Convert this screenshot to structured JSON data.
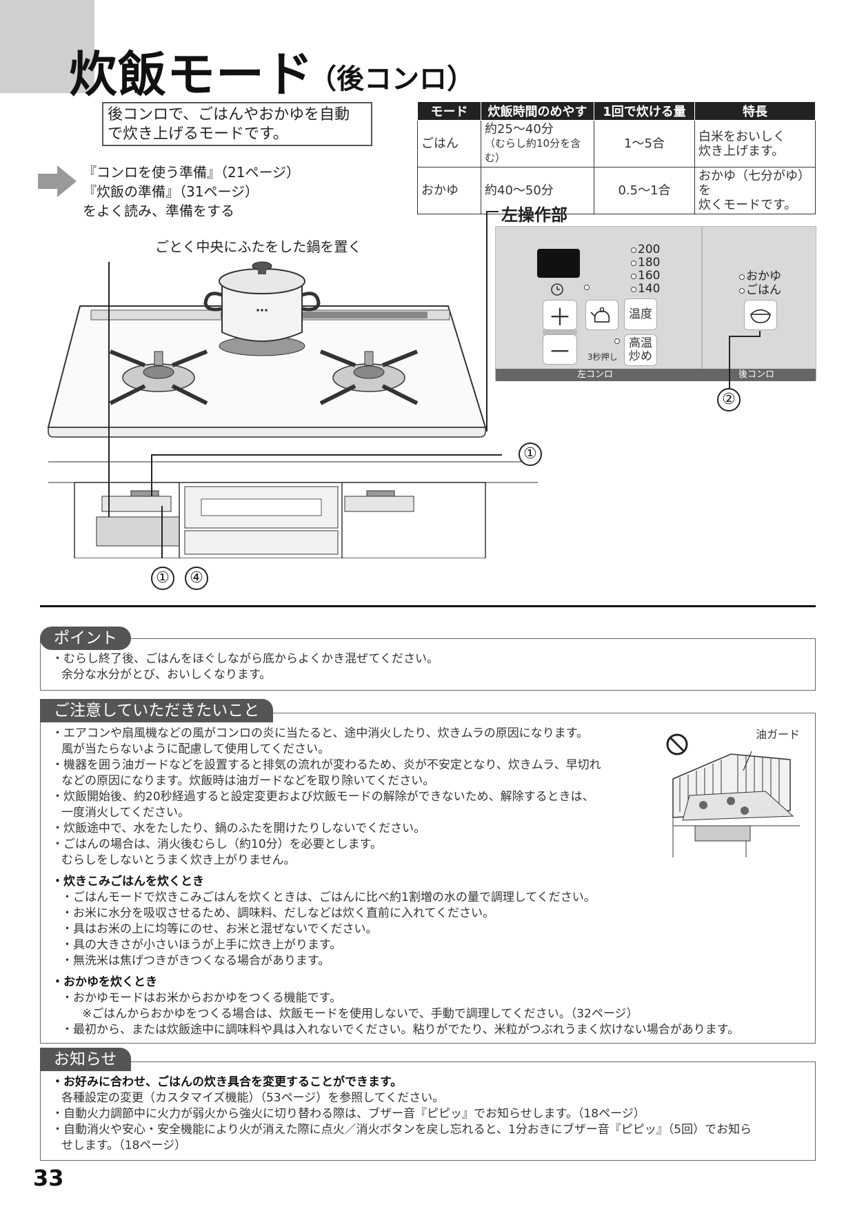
{
  "header": {
    "title": "炊飯モード",
    "subtitle": "（後コンロ）"
  },
  "intro": {
    "line1": "後コンロで、ごはんやおかゆを自動",
    "line2": "で炊き上げるモードです。"
  },
  "prep": {
    "line1": "『コンロを使う準備』（21ページ）",
    "line2": "『炊飯の準備』（31ページ）",
    "line3": "をよく読み、準備をする"
  },
  "mode_table": {
    "headers": [
      "モード",
      "炊飯時間のめやす",
      "1回で炊ける量",
      "特長"
    ],
    "rows": [
      {
        "mode": "ごはん",
        "time": "約25～40分",
        "time_note": "（むらし約10分を含む）",
        "amount": "1～5合",
        "feature1": "白米をおいしく",
        "feature2": "炊き上げます。"
      },
      {
        "mode": "おかゆ",
        "time": "約40～50分",
        "time_note": "",
        "amount": "0.5～1合",
        "feature1": "おかゆ（七分がゆ）を",
        "feature2": "炊くモードです。"
      }
    ]
  },
  "panel": {
    "title": "左操作部",
    "temps": [
      "200",
      "180",
      "160",
      "140"
    ],
    "plus": "＋",
    "minus": "－",
    "temp_button1": "温",
    "temp_button2": "度",
    "high_button1": "高温",
    "high_button2": "炒め",
    "press_note": "3秒押し",
    "rice_modes": [
      "おかゆ",
      "ごはん"
    ],
    "left_label": "左コンロ",
    "rear_label": "後コンロ"
  },
  "illustration": {
    "pot_label": "ごとく中央にふたをした鍋を置く",
    "callout_1": "①",
    "callout_2": "②",
    "callout_4": "④"
  },
  "point": {
    "tab": "ポイント",
    "line1": "・むらし終了後、ごはんをほぐしながら底からよくかき混ぜてください。",
    "line2": "余分な水分がとび、おいしくなります。"
  },
  "caution": {
    "tab": "ご注意していただきたいこと",
    "guard_label": "油ガード",
    "lines": [
      "・エアコンや扇風機などの風がコンロの炎に当たると、途中消火したり、炊きムラの原因になります。",
      "風が当たらないように配慮して使用してください。",
      "・機器を囲う油ガードなどを設置すると排気の流れが変わるため、炎が不安定となり、炊きムラ、早切れ",
      "などの原因になります。炊飯時は油ガードなどを取り除いてください。",
      "・炊飯開始後、約20秒経過すると設定変更および炊飯モードの解除ができないため、解除するときは、",
      "一度消火してください。",
      "・炊飯途中で、水をたしたり、鍋のふたを開けたりしないでください。",
      "・ごはんの場合は、消火後むらし（約10分）を必要とします。",
      "むらしをしないとうまく炊き上がりません。"
    ],
    "takikomi_head": "・炊きこみごはんを炊くとき",
    "takikomi": [
      "・ごはんモードで炊きこみごはんを炊くときは、ごはんに比べ約1割増の水の量で調理してください。",
      "・お米に水分を吸収させるため、調味料、だしなどは炊く直前に入れてください。",
      "・具はお米の上に均等にのせ、お米と混ぜないでください。",
      "・具の大きさが小さいほうが上手に炊き上がります。",
      "・無洗米は焦げつきがきつくなる場合があります。"
    ],
    "okayu_head": "・おかゆを炊くとき",
    "okayu": [
      "・おかゆモードはお米からおかゆをつくる機能です。",
      "※ごはんからおかゆをつくる場合は、炊飯モードを使用しないで、手動で調理してください。（32ページ）",
      "・最初から、または炊飯途中に調味料や具は入れないでください。粘りがでたり、米粒がつぶれうまく炊けない場合があります。"
    ]
  },
  "notice": {
    "tab": "お知らせ",
    "line1": "・お好みに合わせ、ごはんの炊き具合を変更することができます。",
    "line2": "各種設定の変更（カスタマイズ機能）（53ページ）を参照してください。",
    "line3": "・自動火力調節中に火力が弱火から強火に切り替わる際は、ブザー音『ピピッ』でお知らせします。（18ページ）",
    "line4": "・自動消火や安心・安全機能により火が消えた際に点火／消火ボタンを戻し忘れると、1分おきにブザー音『ピピッ』（5回）でお知ら",
    "line5": "せします。（18ページ）"
  },
  "footer": {
    "page_number": "33"
  },
  "colors": {
    "tab_gray": "#cfcfcf",
    "header_dark": "#222222",
    "panel_gray": "#d9d9d9",
    "box_tab": "#555555"
  }
}
